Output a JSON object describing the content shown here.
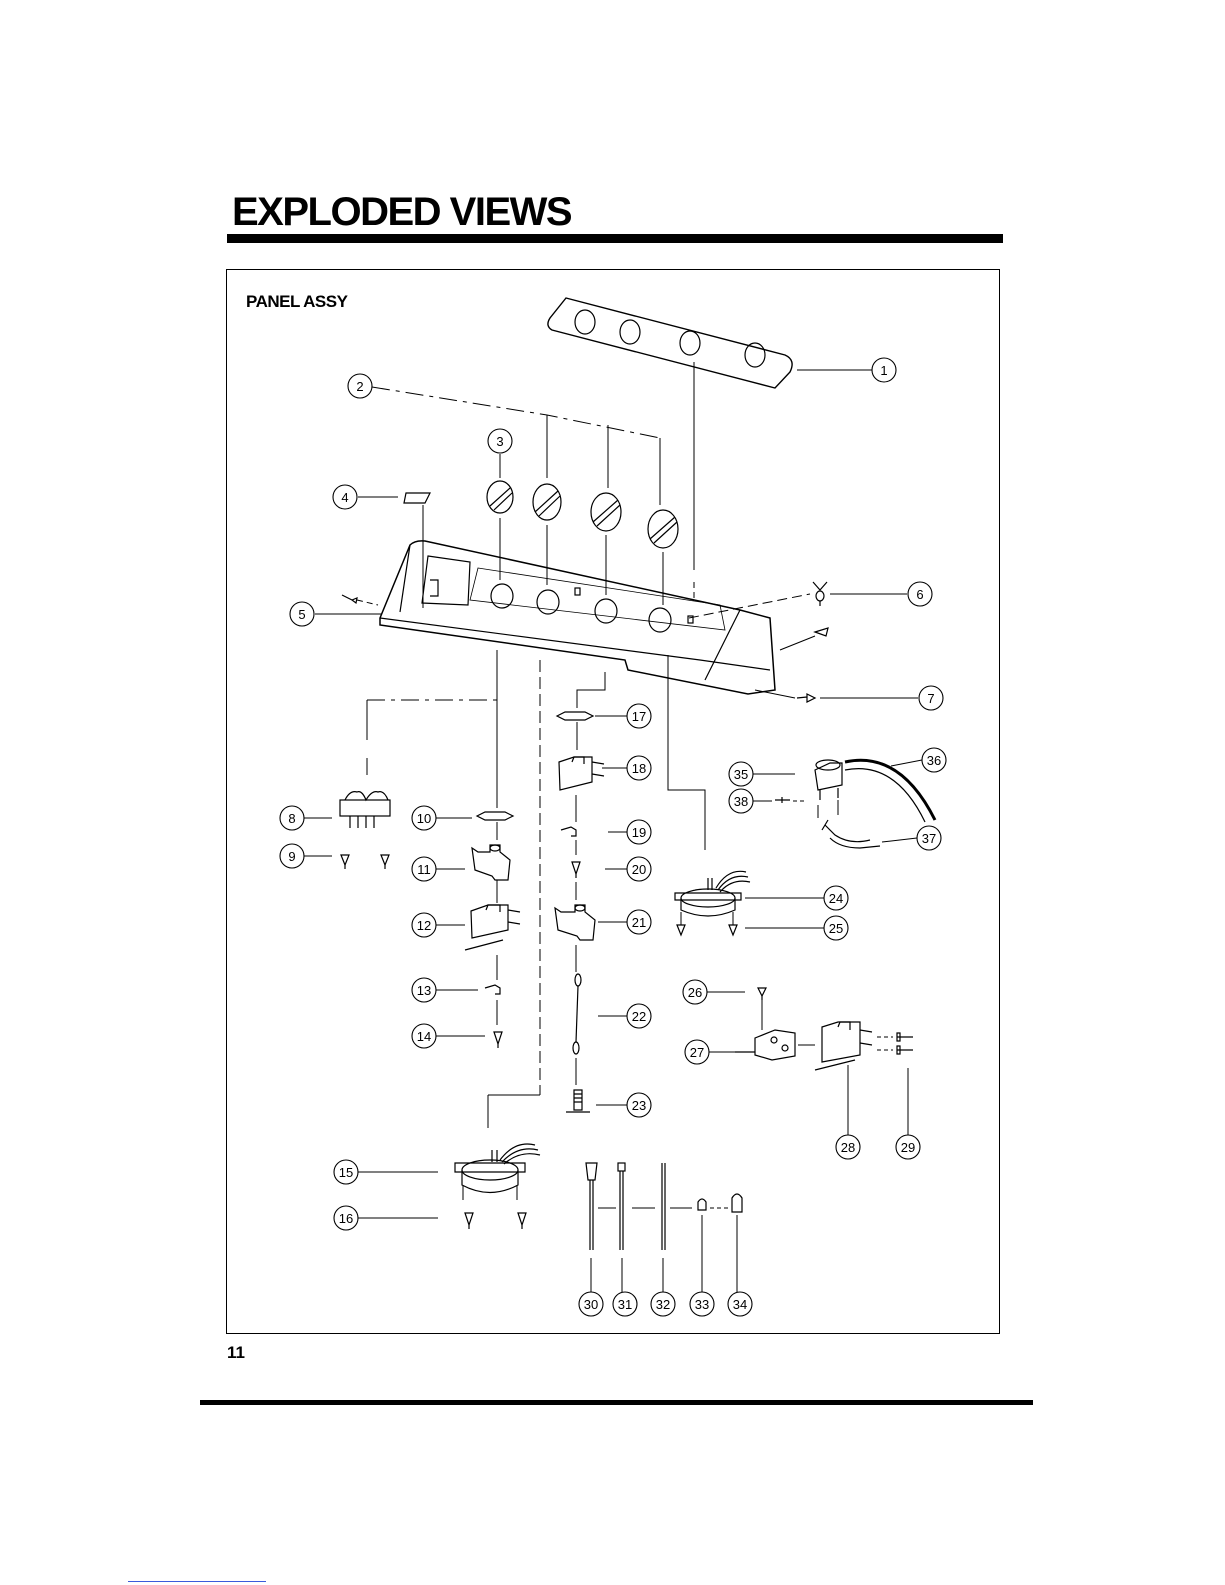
{
  "header": {
    "title": "EXPLODED VIEWS"
  },
  "section": {
    "title": "PANEL ASSY"
  },
  "footer": {
    "page_number": "11"
  },
  "callouts": [
    "1",
    "2",
    "3",
    "4",
    "5",
    "6",
    "7",
    "8",
    "9",
    "10",
    "11",
    "12",
    "13",
    "14",
    "15",
    "16",
    "17",
    "18",
    "19",
    "20",
    "21",
    "22",
    "23",
    "24",
    "25",
    "26",
    "27",
    "28",
    "29",
    "30",
    "31",
    "32",
    "33",
    "34",
    "35",
    "36",
    "37",
    "38"
  ],
  "colors": {
    "ink": "#000000",
    "paper": "#ffffff",
    "link_underline": "#3b5bdb"
  }
}
